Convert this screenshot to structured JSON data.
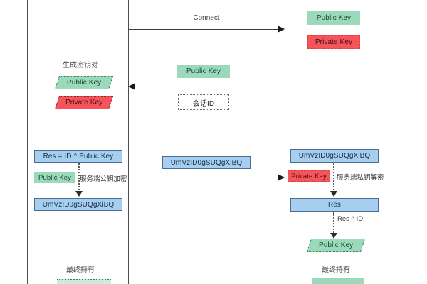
{
  "diagram": {
    "title_hidden": "",
    "lanes": [
      {
        "name": "client-lane"
      },
      {
        "name": "channel-lane"
      },
      {
        "name": "server-lane"
      }
    ],
    "messages": [
      {
        "label": "Connect",
        "direction": "right"
      },
      {
        "label": "",
        "direction": "left"
      },
      {
        "label": "",
        "direction": "right"
      }
    ],
    "client": {
      "generate_keypair_label": "生成密钥对",
      "public_key": "Public Key",
      "private_key": "Private Key",
      "res_formula": "Res = ID ^ Public Key",
      "encrypt_key_tag": "Public Key",
      "encrypt_note": "服务端公钥加密",
      "cipher_text": "UmVzID0gSUQgXiBQ",
      "final_hold_label": "最终持有"
    },
    "channel": {
      "public_key": "Public Key",
      "session_id": "会话ID",
      "cipher_text": "UmVzID0gSUQgXiBQ"
    },
    "server": {
      "public_key": "Public Key",
      "private_key": "Private Key",
      "cipher_text": "UmVzID0gSUQgXiBQ",
      "decrypt_key_tag": "Private Key",
      "decrypt_note": "服务端私钥解密",
      "res": "Res",
      "res_xor_id": "Res ^ ID",
      "recovered_public_key": "Public Key",
      "final_hold_label": "最终持有"
    },
    "colors": {
      "green": "#9ad9ba",
      "red": "#f4545a",
      "blue": "#a8ceef",
      "blue_border": "#4a6f96",
      "line": "#3b3b3b"
    }
  }
}
